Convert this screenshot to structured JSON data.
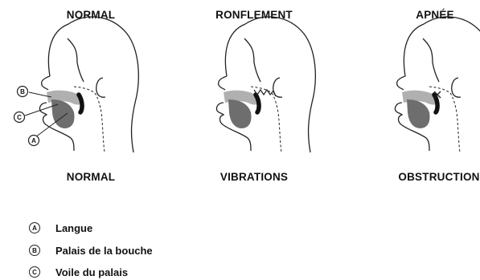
{
  "columns": [
    {
      "title": "NORMAL",
      "caption": "NORMAL"
    },
    {
      "title": "RONFLEMENT",
      "caption": "VIBRATIONS"
    },
    {
      "title": "APNÉE",
      "caption": "OBSTRUCTION"
    }
  ],
  "callouts": {
    "a": "A",
    "b": "B",
    "c": "C"
  },
  "legend": [
    {
      "letter": "A",
      "label": "Langue"
    },
    {
      "letter": "B",
      "label": "Palais de la bouche"
    },
    {
      "letter": "C",
      "label": "Voile du palais"
    }
  ],
  "colors": {
    "tongue": "#6e6e6e",
    "palate": "#b0b0b0",
    "soft_palate": "#111111",
    "outline": "#222222"
  }
}
